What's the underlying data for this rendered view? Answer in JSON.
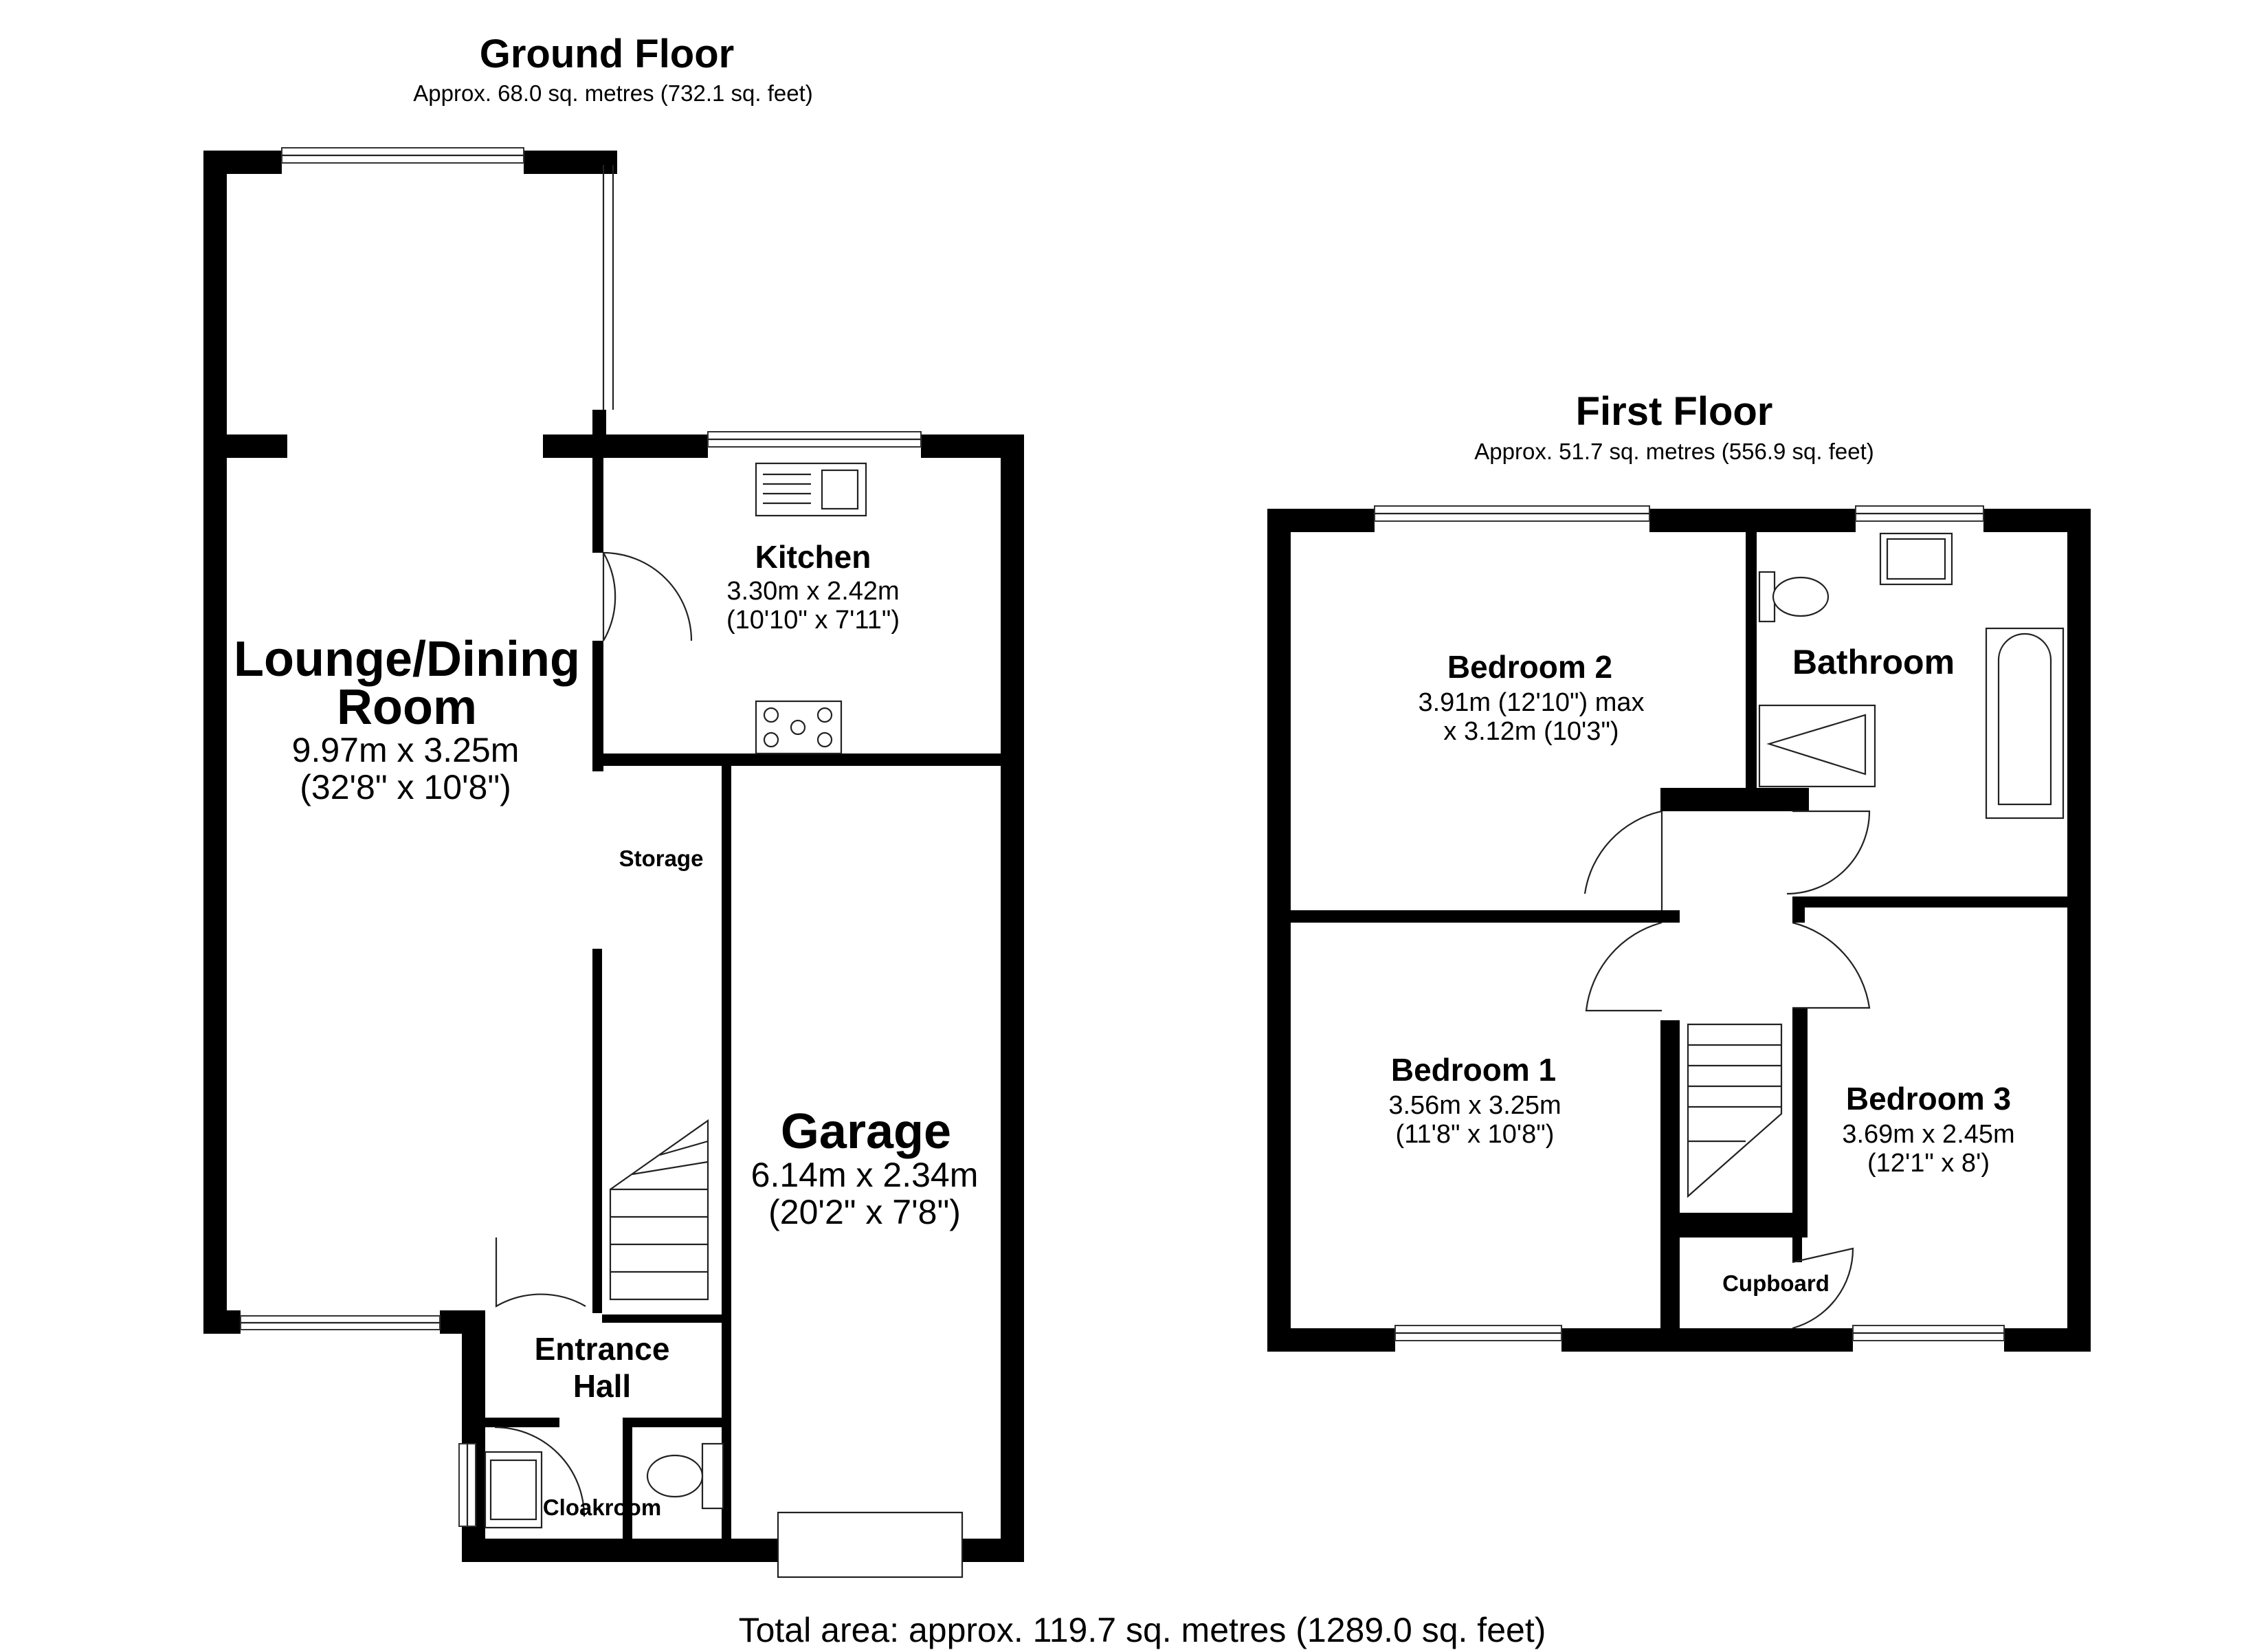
{
  "ground_floor": {
    "title": "Ground Floor",
    "area": "Approx. 68.0 sq. metres (732.1 sq. feet)",
    "rooms": {
      "lounge": {
        "name_1": "Lounge/Dining",
        "name_2": "Room",
        "dim_m": "9.97m x 3.25m",
        "dim_ft": "(32'8\" x 10'8\")"
      },
      "kitchen": {
        "name": "Kitchen",
        "dim_m": "3.30m x 2.42m",
        "dim_ft": "(10'10\" x 7'11\")"
      },
      "storage": {
        "name": "Storage"
      },
      "garage": {
        "name": "Garage",
        "dim_m": "6.14m x 2.34m",
        "dim_ft": "(20'2\" x 7'8\")"
      },
      "entrance": {
        "name_1": "Entrance",
        "name_2": "Hall"
      },
      "cloakroom": {
        "name": "Cloakroom"
      }
    }
  },
  "first_floor": {
    "title": "First Floor",
    "area": "Approx. 51.7 sq. metres (556.9 sq. feet)",
    "rooms": {
      "bedroom2": {
        "name": "Bedroom 2",
        "dim_1": "3.91m (12'10\") max",
        "dim_2": "x 3.12m (10'3\")"
      },
      "bathroom": {
        "name": "Bathroom"
      },
      "bedroom1": {
        "name": "Bedroom 1",
        "dim_m": "3.56m x 3.25m",
        "dim_ft": "(11'8\" x 10'8\")"
      },
      "bedroom3": {
        "name": "Bedroom 3",
        "dim_m": "3.69m x 2.45m",
        "dim_ft": "(12'1\" x 8')"
      },
      "cupboard": {
        "name": "Cupboard"
      }
    }
  },
  "total_area": "Total area: approx. 119.7 sq. metres (1289.0 sq. feet)"
}
